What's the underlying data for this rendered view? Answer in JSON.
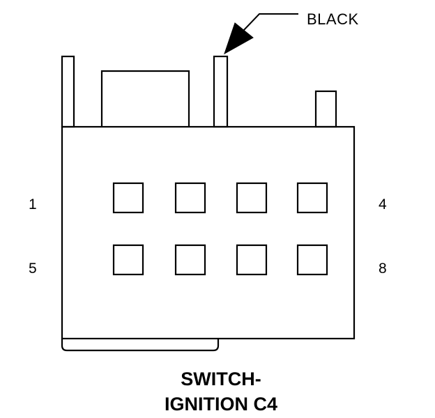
{
  "callout": {
    "wire_color": "BLACK"
  },
  "pin_labels": {
    "top_left": "1",
    "top_right": "4",
    "bottom_left": "5",
    "bottom_right": "8"
  },
  "caption": {
    "line1": "SWITCH-",
    "line2": "IGNITION C4"
  },
  "connector": {
    "rows": 2,
    "columns": 4,
    "cavity_count": 8
  },
  "colors": {
    "line": "#000000",
    "background": "#ffffff"
  }
}
